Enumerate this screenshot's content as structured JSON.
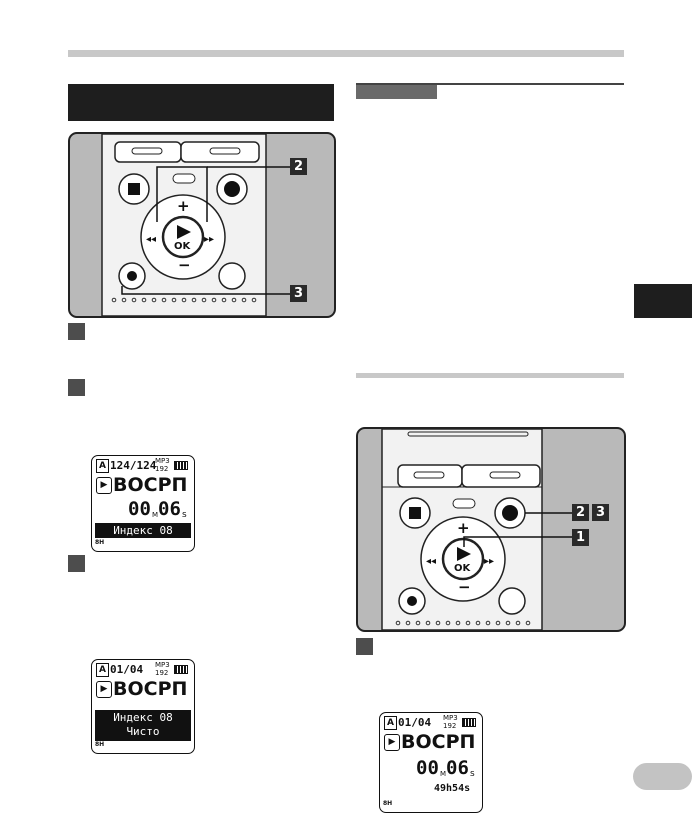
{
  "left_callouts": {
    "a": "2",
    "b": "3"
  },
  "right_callouts": {
    "a": "2",
    "b": "3",
    "c": "1"
  },
  "lcd1": {
    "counter": "124/124",
    "format_top": "MP3",
    "format_bottom": "192",
    "mode": "ВОСРП",
    "time_main": "00",
    "time_unit_m": "M",
    "time_sec": "06",
    "time_unit_s": "s",
    "band": "Индекс 08",
    "footer": "8H"
  },
  "lcd2": {
    "counter": "01/04",
    "format_top": "MP3",
    "format_bottom": "192",
    "mode": "ВОСРП",
    "band_line1": "Индекс 08",
    "band_line2": "Чисто",
    "footer": "8H"
  },
  "lcd3": {
    "counter": "01/04",
    "format_top": "MP3",
    "format_bottom": "192",
    "mode": "ВОСРП",
    "time_main": "00",
    "time_unit_m": "M",
    "time_sec": "06",
    "time_unit_s": "s",
    "remaining": "49h54s",
    "footer": "8H"
  },
  "colors": {
    "tab": "#1e1e1e",
    "panel": "#b9b9b9",
    "rule": "#c8c8c8"
  }
}
